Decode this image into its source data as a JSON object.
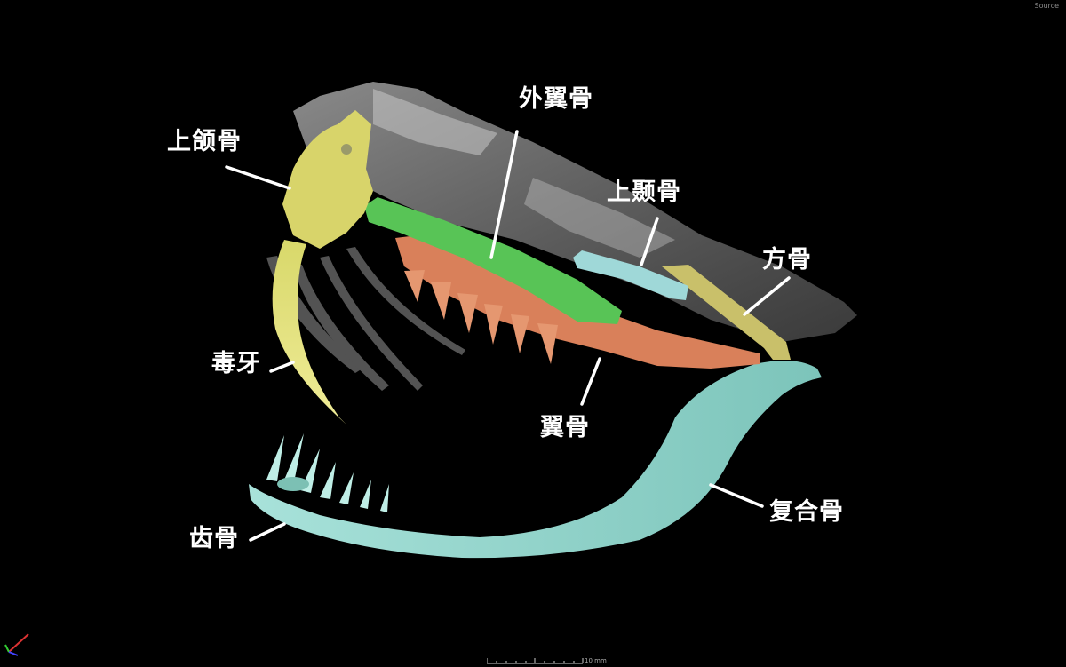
{
  "image": {
    "description_labels": {
      "maxilla": "上颌骨",
      "ectopterygoid": "外翼骨",
      "supratemporal": "上颞骨",
      "quadrate": "方骨",
      "fang": "毒牙",
      "pterygoid": "翼骨",
      "compound_bone": "复合骨",
      "dentary": "齿骨"
    },
    "corner_text": "Source",
    "scale_text": "10 mm"
  },
  "colors": {
    "background": "#000000",
    "maxilla": "#d8d46a",
    "ectopterygoid": "#58c456",
    "pterygoid": "#d9805a",
    "dentary_compound": "#8fd3c8",
    "quadrate": "#c9c06a",
    "skull_gray": "#9a9a9a",
    "label_text": "#ffffff"
  }
}
